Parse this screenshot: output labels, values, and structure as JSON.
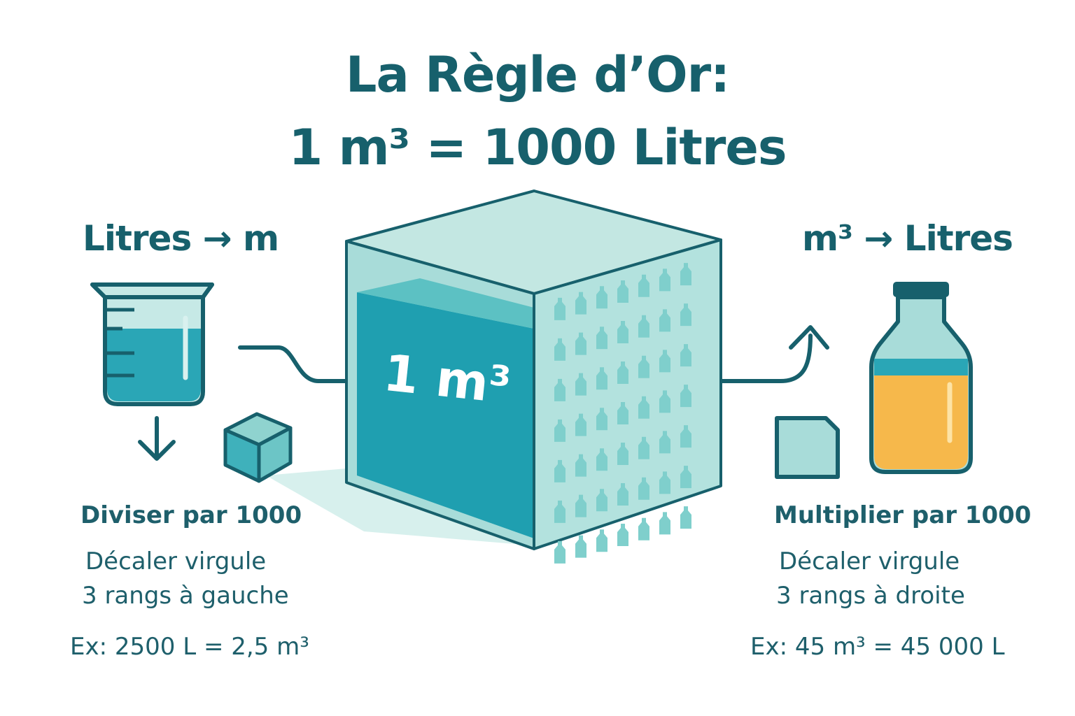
{
  "title": {
    "line1": "La Règle d’Or:",
    "line2": "1 m³ = 1000 Litres"
  },
  "left": {
    "heading": "Litres → m",
    "operation": "Diviser par 1000",
    "shift_line1": "Décaler virgule",
    "shift_line2": "3 rangs à gauche",
    "example": "Ex: 2500 L = 2,5 m³"
  },
  "center": {
    "cube_label": "1 m³"
  },
  "right": {
    "heading": "m³ → Litres",
    "operation": "Multiplier par 1000",
    "shift_line1": "Décaler virgule",
    "shift_line2": "3 rangs à droite",
    "example": "Ex: 45 m³ = 45 000 L"
  },
  "colors": {
    "teal_dark": "#17606c",
    "teal": "#2aa6b6",
    "teal_light": "#a8dcd9",
    "orange": "#f6b84b"
  },
  "icons": [
    "beaker-icon",
    "arrow-down-icon",
    "small-cube-icon",
    "big-cube-icon",
    "bottle-icon",
    "small-square-icon",
    "arrow-up-right-icon"
  ]
}
